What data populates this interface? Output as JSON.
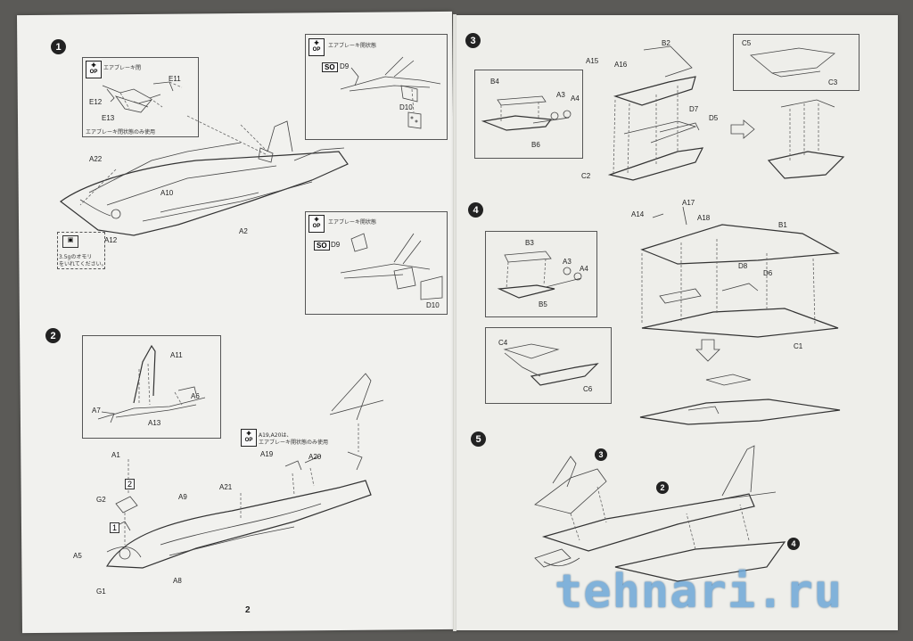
{
  "left_page": {
    "page_number": "2",
    "step1": {
      "number": "1",
      "box_airbrake_closed": {
        "op": "OP",
        "title": "エアブレーキ閉",
        "note": "エアブレーキ閉状態のみ使用",
        "labels": [
          "E11",
          "E12",
          "E13"
        ]
      },
      "box_airbrake_open1": {
        "op": "OP",
        "title": "エアブレーキ開状態",
        "so": "SO",
        "labels": [
          "D9",
          "D10"
        ]
      },
      "box_airbrake_open2": {
        "op": "OP",
        "title": "エアブレーキ開状態",
        "so": "SO",
        "labels": [
          "D9",
          "D10"
        ]
      },
      "weight_note_line1": "3.5gのオモリ",
      "weight_note_line2": "をいれてください。",
      "part_labels": [
        "A22",
        "A10",
        "A12",
        "A2"
      ]
    },
    "step2": {
      "number": "2",
      "part_labels": [
        "A11",
        "A6",
        "A7",
        "A13",
        "A1",
        "G2",
        "A9",
        "A21",
        "A19",
        "A20",
        "A5",
        "G1",
        "A8"
      ],
      "sub_numbers": [
        "2",
        "1"
      ],
      "op_note": {
        "op": "OP",
        "line1": "A19,A20は、",
        "line2": "エアブレーキ開状態のみ使用"
      }
    }
  },
  "right_page": {
    "step3": {
      "number": "3",
      "part_labels": [
        "B4",
        "A3",
        "A4",
        "B6",
        "A15",
        "A16",
        "B2",
        "D7",
        "D5",
        "C2",
        "C5",
        "C3"
      ]
    },
    "step4": {
      "number": "4",
      "part_labels": [
        "B3",
        "A3",
        "A4",
        "B5",
        "A14",
        "A17",
        "A18",
        "B1",
        "D8",
        "D6",
        "C1",
        "C4",
        "C6"
      ]
    },
    "step5": {
      "number": "5",
      "callouts": [
        "3",
        "2",
        "4"
      ]
    }
  },
  "watermark": "tehnari.ru",
  "colors": {
    "background": "#5b5a57",
    "paper": "#f1f1ee",
    "watermark": "#6fa8d8"
  }
}
